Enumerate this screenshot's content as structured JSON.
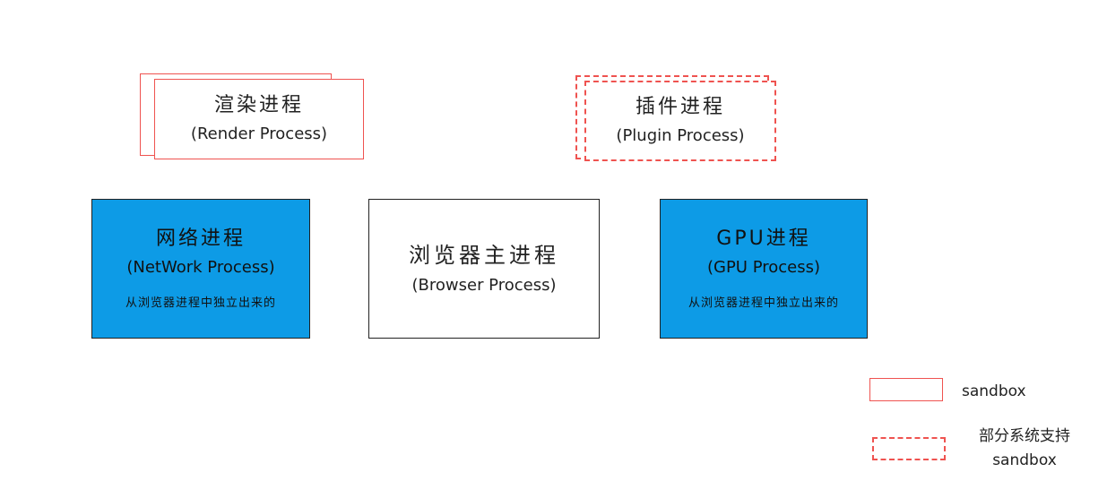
{
  "nodes": {
    "render": {
      "title": "渲染进程",
      "subtitle": "(Render Process)"
    },
    "plugin": {
      "title": "插件进程",
      "subtitle": "(Plugin Process)"
    },
    "network": {
      "title": "网络进程",
      "subtitle": "(NetWork Process)",
      "note": "从浏览器进程中独立出来的"
    },
    "browser": {
      "title": "浏览器主进程",
      "subtitle": "(Browser Process)"
    },
    "gpu": {
      "title": "GPU进程",
      "subtitle": "(GPU Process)",
      "note": "从浏览器进程中独立出来的"
    }
  },
  "legend": {
    "solid_label": "sandbox",
    "dashed_label_line1": "部分系统支持",
    "dashed_label_line2": "sandbox"
  },
  "colors": {
    "sandbox_border": "#ef5350",
    "blue_fill": "#0d9be6",
    "outline": "#222222"
  }
}
